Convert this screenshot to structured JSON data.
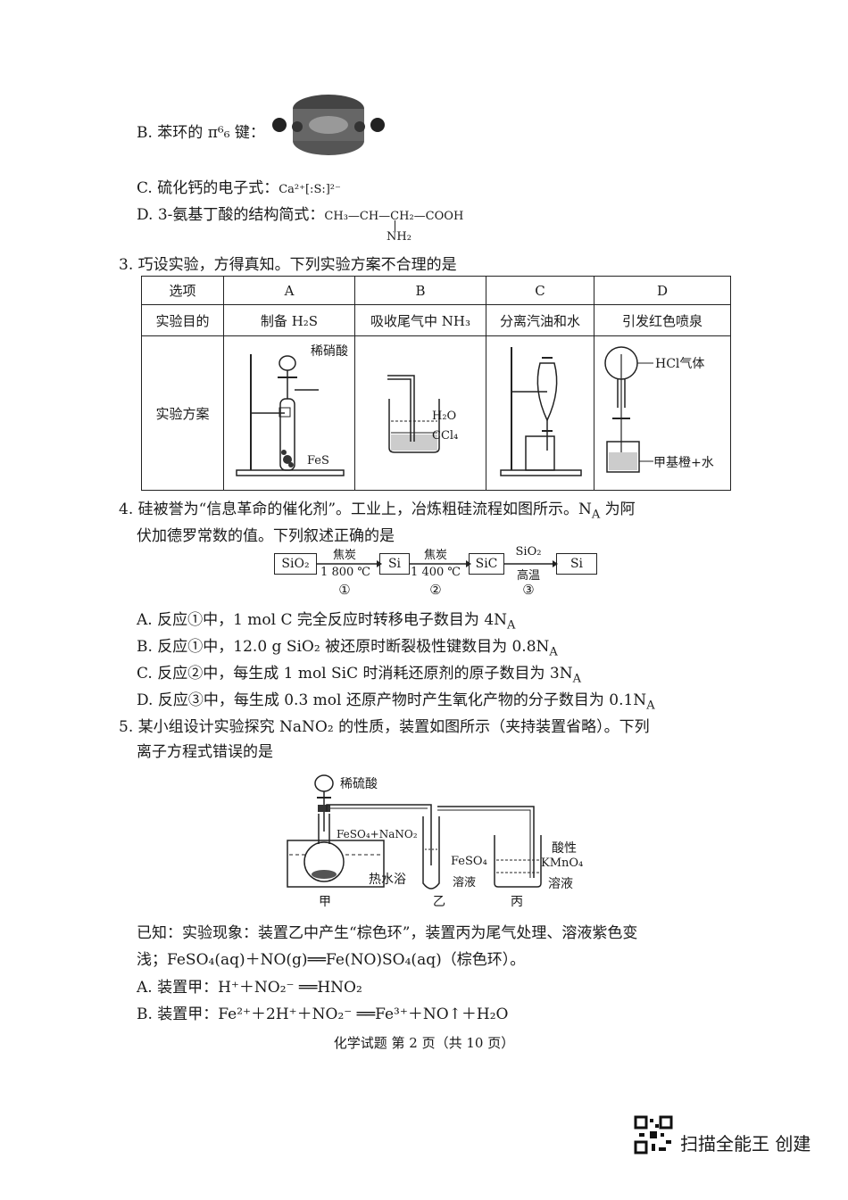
{
  "q2": {
    "B": "B. 苯环的 π⁶₆ 键：",
    "C_prefix": "C. 硫化钙的电子式：",
    "C_formula": "Ca²⁺[:S:]²⁻",
    "D_prefix": "D. 3-氨基丁酸的结构简式：",
    "D_formula": "CH₃—CH—CH₂—COOH",
    "D_sub": "NH₂"
  },
  "q3": {
    "stem": "3. 巧设实验，方得真知。下列实验方案不合理的是",
    "headers": [
      "选项",
      "A",
      "B",
      "C",
      "D"
    ],
    "purpose_label": "实验目的",
    "purposes": [
      "制备 H₂S",
      "吸收尾气中 NH₃",
      "分离汽油和水",
      "引发红色喷泉"
    ],
    "scheme_label": "实验方案",
    "A_labels": [
      "稀硝酸",
      "FeS"
    ],
    "B_labels": [
      "H₂O",
      "CCl₄"
    ],
    "D_labels": [
      "HCl气体",
      "甲基橙+水"
    ]
  },
  "q4": {
    "stem1": "4. 硅被誉为“信息革命的催化剂”。工业上，冶炼粗硅流程如图所示。N",
    "stem1_sub": "A",
    "stem1_tail": " 为阿",
    "stem2": "伏加德罗常数的值。下列叙述正确的是",
    "flow_boxes": [
      "SiO₂",
      "Si",
      "SiC",
      "Si"
    ],
    "flow_top": [
      "焦炭",
      "焦炭",
      "SiO₂"
    ],
    "flow_bottom": [
      "1 800 ℃",
      "1 400 ℃",
      "高温"
    ],
    "flow_nums": [
      "①",
      "②",
      "③"
    ],
    "A": "A. 反应①中，1 mol C 完全反应时转移电子数目为 4N",
    "B": "B. 反应①中，12.0 g SiO₂ 被还原时断裂极性键数目为 0.8N",
    "C": "C. 反应②中，每生成 1 mol SiC 时消耗还原剂的原子数目为 3N",
    "D": "D. 反应③中，每生成 0.3 mol 还原产物时产生氧化产物的分子数目为 0.1N",
    "sub": "A"
  },
  "q5": {
    "stem1": "5. 某小组设计实验探究 NaNO₂ 的性质，装置如图所示（夹持装置省略）。下列",
    "stem2": "离子方程式错误的是",
    "labels": {
      "acid": "稀硫酸",
      "flask": "FeSO₄+NaNO₂",
      "bath": "热水浴",
      "tube": "FeSO₄",
      "tube2": "溶液",
      "beaker1": "酸性",
      "beaker2": "KMnO₄",
      "beaker3": "溶液",
      "jia": "甲",
      "yi": "乙",
      "bing": "丙"
    },
    "known1": "已知：实验现象：装置乙中产生“棕色环”，装置丙为尾气处理、溶液紫色变",
    "known2": "浅；FeSO₄(aq)＋NO(g)══Fe(NO)SO₄(aq)（棕色环）。",
    "A": "A. 装置甲：H⁺＋NO₂⁻ ══HNO₂",
    "B": "B. 装置甲：Fe²⁺＋2H⁺＋NO₂⁻ ══Fe³⁺＋NO↑＋H₂O"
  },
  "footer": "化学试题 第 2 页（共 10 页）",
  "brand": "扫描全能王 创建"
}
